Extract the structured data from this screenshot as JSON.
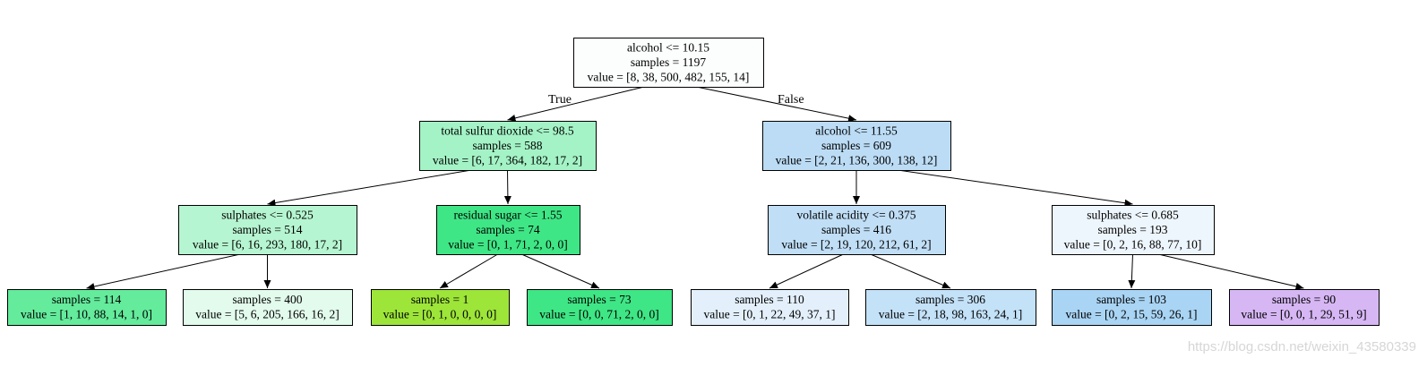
{
  "tree": {
    "nodes": [
      {
        "id": "n0",
        "lines": [
          "alcohol <= 10.15",
          "samples = 1197",
          "value = [8, 38, 500, 482, 155, 14]"
        ],
        "fill": "#fcfefd"
      },
      {
        "id": "n1",
        "lines": [
          "total sulfur dioxide <= 98.5",
          "samples = 588",
          "value = [6, 17, 364, 182, 17, 2]"
        ],
        "fill": "#a4f3c6"
      },
      {
        "id": "n2",
        "lines": [
          "alcohol <= 11.55",
          "samples = 609",
          "value = [2, 21, 136, 300, 138, 12]"
        ],
        "fill": "#bcdcf5"
      },
      {
        "id": "n3",
        "lines": [
          "sulphates <= 0.525",
          "samples = 514",
          "value = [6, 16, 293, 180, 17, 2]"
        ],
        "fill": "#b6f5d1"
      },
      {
        "id": "n4",
        "lines": [
          "residual sugar <= 1.55",
          "samples = 74",
          "value = [0, 1, 71, 2, 0, 0]"
        ],
        "fill": "#3fe685"
      },
      {
        "id": "n5",
        "lines": [
          "volatile acidity <= 0.375",
          "samples = 416",
          "value = [2, 19, 120, 212, 61, 2]"
        ],
        "fill": "#c0def6"
      },
      {
        "id": "n6",
        "lines": [
          "sulphates <= 0.685",
          "samples = 193",
          "value = [0, 2, 16, 88, 77, 10]"
        ],
        "fill": "#eef6fd"
      },
      {
        "id": "n7",
        "lines": [
          "samples = 114",
          "value = [1, 10, 88, 14, 1, 0]"
        ],
        "fill": "#64eb9c"
      },
      {
        "id": "n8",
        "lines": [
          "samples = 400",
          "value = [5, 6, 205, 166, 16, 2]"
        ],
        "fill": "#e2fbec"
      },
      {
        "id": "n9",
        "lines": [
          "samples = 1",
          "value = [0, 1, 0, 0, 0, 0]"
        ],
        "fill": "#9de539"
      },
      {
        "id": "n10",
        "lines": [
          "samples = 73",
          "value = [0, 0, 71, 2, 0, 0]"
        ],
        "fill": "#3fe685"
      },
      {
        "id": "n11",
        "lines": [
          "samples = 110",
          "value = [0, 1, 22, 49, 37, 1]"
        ],
        "fill": "#e3f0fb"
      },
      {
        "id": "n12",
        "lines": [
          "samples = 306",
          "value = [2, 18, 98, 163, 24, 1]"
        ],
        "fill": "#c3e1f7"
      },
      {
        "id": "n13",
        "lines": [
          "samples = 103",
          "value = [0, 2, 15, 59, 26, 1]"
        ],
        "fill": "#a9d4f4"
      },
      {
        "id": "n14",
        "lines": [
          "samples = 90",
          "value = [0, 0, 1, 29, 51, 9]"
        ],
        "fill": "#d6b7f4"
      }
    ],
    "edges": [
      {
        "from": "n0",
        "to": "n1",
        "label": "True"
      },
      {
        "from": "n0",
        "to": "n2",
        "label": "False"
      },
      {
        "from": "n1",
        "to": "n3",
        "label": ""
      },
      {
        "from": "n1",
        "to": "n4",
        "label": ""
      },
      {
        "from": "n2",
        "to": "n5",
        "label": ""
      },
      {
        "from": "n2",
        "to": "n6",
        "label": ""
      },
      {
        "from": "n3",
        "to": "n7",
        "label": ""
      },
      {
        "from": "n3",
        "to": "n8",
        "label": ""
      },
      {
        "from": "n4",
        "to": "n9",
        "label": ""
      },
      {
        "from": "n4",
        "to": "n10",
        "label": ""
      },
      {
        "from": "n5",
        "to": "n11",
        "label": ""
      },
      {
        "from": "n5",
        "to": "n12",
        "label": ""
      },
      {
        "from": "n6",
        "to": "n13",
        "label": ""
      },
      {
        "from": "n6",
        "to": "n14",
        "label": ""
      }
    ]
  },
  "watermark": "https://blog.csdn.net/weixin_43580339"
}
